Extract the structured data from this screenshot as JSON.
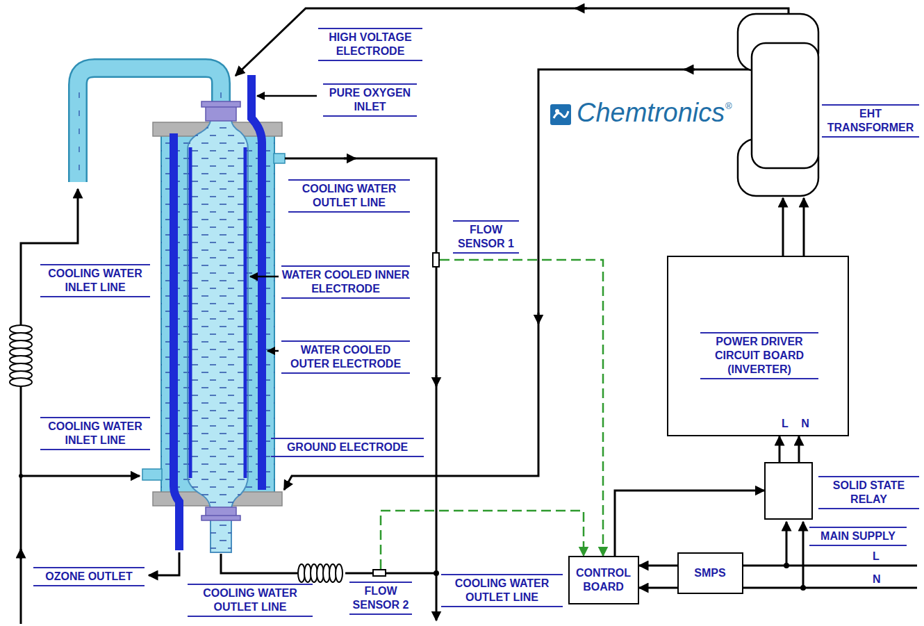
{
  "diagram": {
    "nodes": [
      {
        "text": [
          "EHT TRANSFORMER"
        ]
      },
      {
        "text": [
          "POWER DRIVER CIRCUIT BOARD (INVERTER)",
          "L",
          "N"
        ]
      },
      {
        "text": [
          "SOLID STATE RELAY"
        ]
      },
      {
        "text": [
          "SMPS"
        ]
      },
      {
        "text": [
          "CONTROL BOARD"
        ]
      },
      {
        "text": [
          "FLOW SENSOR 1"
        ]
      },
      {
        "text": [
          "FLOW SENSOR 2"
        ]
      }
    ],
    "edges": [
      {
        "from": 1,
        "to": 0,
        "arrow": "to"
      },
      {
        "from": 1,
        "to": 0,
        "arrow": "to"
      },
      {
        "from": 2,
        "to": 1,
        "arrow": "to"
      },
      {
        "from": 2,
        "to": 1,
        "arrow": "to"
      },
      {
        "from": 4,
        "to": 2,
        "arrow": "to"
      },
      {
        "from": 3,
        "to": 4,
        "arrow": "to"
      },
      {
        "from": 3,
        "to": 4,
        "arrow": "to"
      },
      {
        "from": 5,
        "to": 4,
        "arrow": "to"
      },
      {
        "from": 6,
        "to": 4,
        "arrow": "to"
      }
    ],
    "labels": [
      "HIGH VOLTAGE ELECTRODE",
      "PURE OXYGEN INLET",
      "Chemtronics",
      "®",
      "COOLING WATER OUTLET LINE",
      "COOLING WATER INLET LINE",
      "WATER COOLED INNER ELECTRODE",
      "WATER COOLED OUTER ELECTRODE",
      "COOLING WATER INLET LINE",
      "GROUND ELECTRODE",
      "MAIN SUPPLY",
      "L",
      "N",
      "OZONE OUTLET",
      "COOLING WATER OUTLET LINE",
      "COOLING WATER OUTLET LINE"
    ]
  }
}
